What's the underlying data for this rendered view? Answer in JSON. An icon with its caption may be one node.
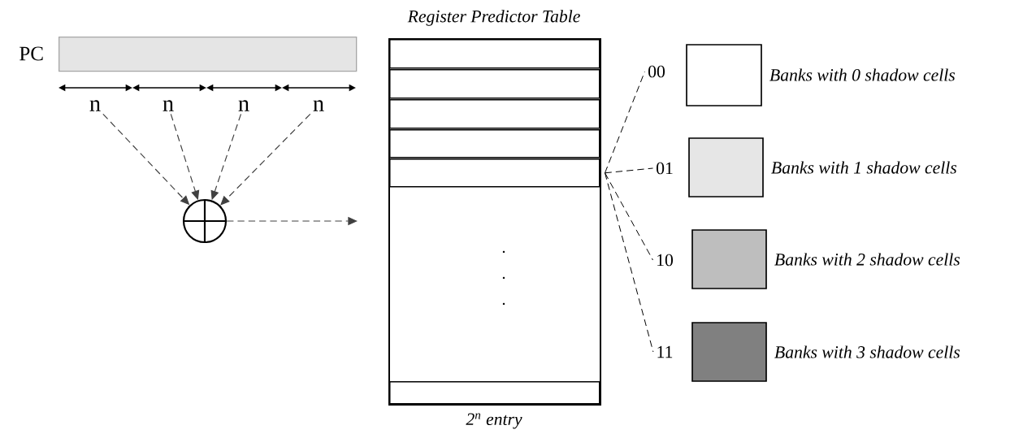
{
  "diagram": {
    "nodes": [
      {
        "text": [],
        "shape": "bar",
        "beside": [
          "PC"
        ]
      },
      {
        "text": [
          "n"
        ]
      },
      {
        "text": [
          "n"
        ]
      },
      {
        "text": [
          "n"
        ]
      },
      {
        "text": [
          "n"
        ]
      },
      {
        "text": [],
        "shape": "circle"
      },
      {
        "text": [
          "Register Predictor Table"
        ],
        "beside": [
          "2$^{n}$ entry"
        ]
      },
      {
        "text": [],
        "shape": "box",
        "in": 6
      },
      {
        "text": [],
        "shape": "box",
        "in": 6
      },
      {
        "text": [],
        "shape": "box",
        "in": 6
      },
      {
        "text": [],
        "shape": "box",
        "in": 6
      },
      {
        "text": [],
        "shape": "box",
        "in": 6
      },
      {
        "text": [],
        "shape": "box",
        "in": 6
      },
      {
        "text": [
          "00"
        ]
      },
      {
        "text": [
          "01"
        ]
      },
      {
        "text": [
          "10"
        ]
      },
      {
        "text": [
          "11"
        ]
      }
    ],
    "edges": [
      {
        "from": 1,
        "to": 5,
        "arrow": "to",
        "style": "dashed"
      },
      {
        "from": 2,
        "to": 5,
        "arrow": "to",
        "style": "dashed"
      },
      {
        "from": 3,
        "to": 5,
        "arrow": "to",
        "style": "dashed"
      },
      {
        "from": 4,
        "to": 5,
        "arrow": "to",
        "style": "dashed"
      },
      {
        "from": 5,
        "to": 6,
        "arrow": "to",
        "style": "dashed"
      },
      {
        "from": 11,
        "to": 13,
        "arrow": "none",
        "style": "dashed"
      },
      {
        "from": 11,
        "to": 14,
        "arrow": "none",
        "style": "dashed"
      },
      {
        "from": 11,
        "to": 15,
        "arrow": "none",
        "style": "dashed"
      },
      {
        "from": 11,
        "to": 16,
        "arrow": "none",
        "style": "dashed"
      }
    ],
    "legend": [
      {
        "text": "Banks with 0 shadow cells"
      },
      {
        "text": "Banks with 1 shadow cells",
        "color": "#e6e6e6"
      },
      {
        "text": "Banks with 2 shadow cells",
        "color": "#bebebe"
      },
      {
        "text": "Banks with 3 shadow cells",
        "color": "#808080"
      }
    ]
  }
}
